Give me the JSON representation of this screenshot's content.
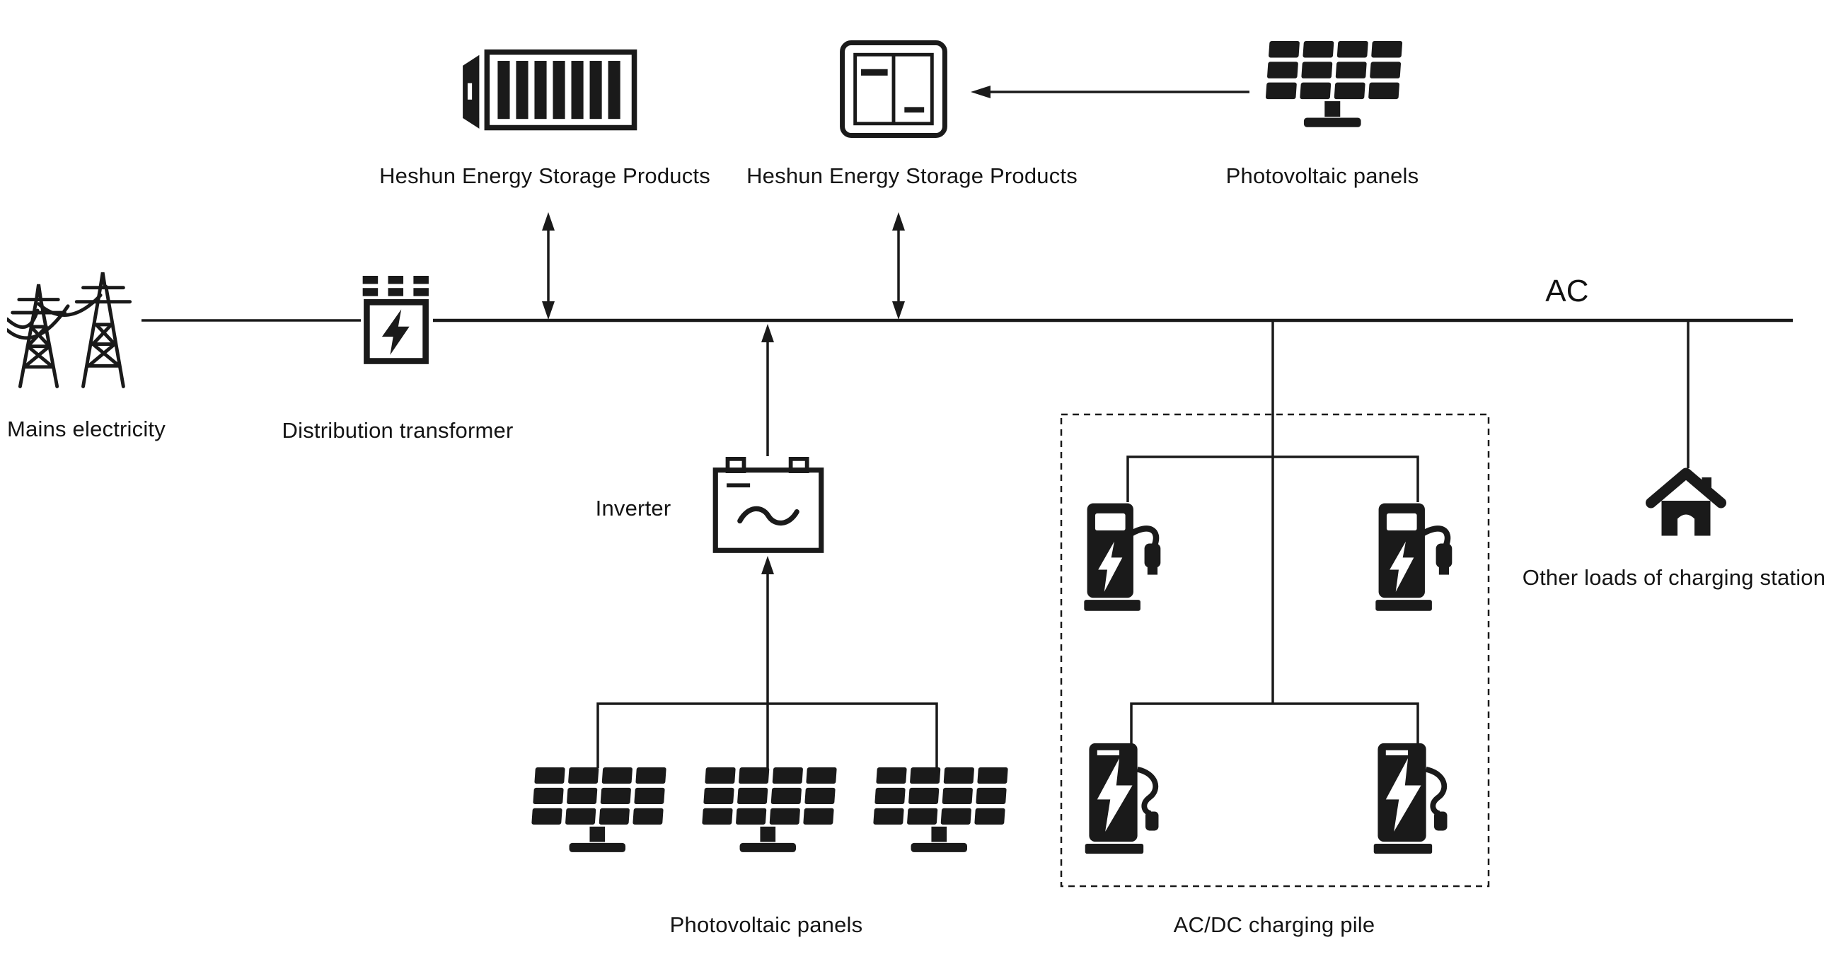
{
  "diagram": {
    "bus": {
      "label": "AC"
    },
    "nodes": {
      "storage_container": {
        "label": "Heshun Energy Storage Products"
      },
      "storage_cabinet": {
        "label": "Heshun Energy Storage Products"
      },
      "pv_top": {
        "label": "Photovoltaic panels"
      },
      "mains": {
        "label": "Mains electricity"
      },
      "transformer": {
        "label": "Distribution transformer"
      },
      "inverter": {
        "label": "Inverter"
      },
      "pv_bottom": {
        "label": "Photovoltaic panels"
      },
      "charging_pile": {
        "label": "AC/DC charging pile"
      },
      "other_loads": {
        "label": "Other loads of charging station"
      }
    },
    "icons": {
      "energy-storage-container-icon": "container with battery racks",
      "energy-storage-cabinet-icon": "double-door storage cabinet",
      "solar-panel-icon": "photovoltaic panel on stand",
      "transmission-towers-icon": "two lattice pylons with wires",
      "transformer-icon": "box with lightning bolt and bushings",
      "inverter-icon": "battery box with sine wave",
      "ev-charger-nozzle-icon": "charging pile with nozzle holster",
      "ev-charger-cable-icon": "charging pile with cable and plug",
      "house-icon": "house"
    },
    "colors": {
      "ink": "#1a1a1a",
      "background": "#ffffff"
    }
  }
}
